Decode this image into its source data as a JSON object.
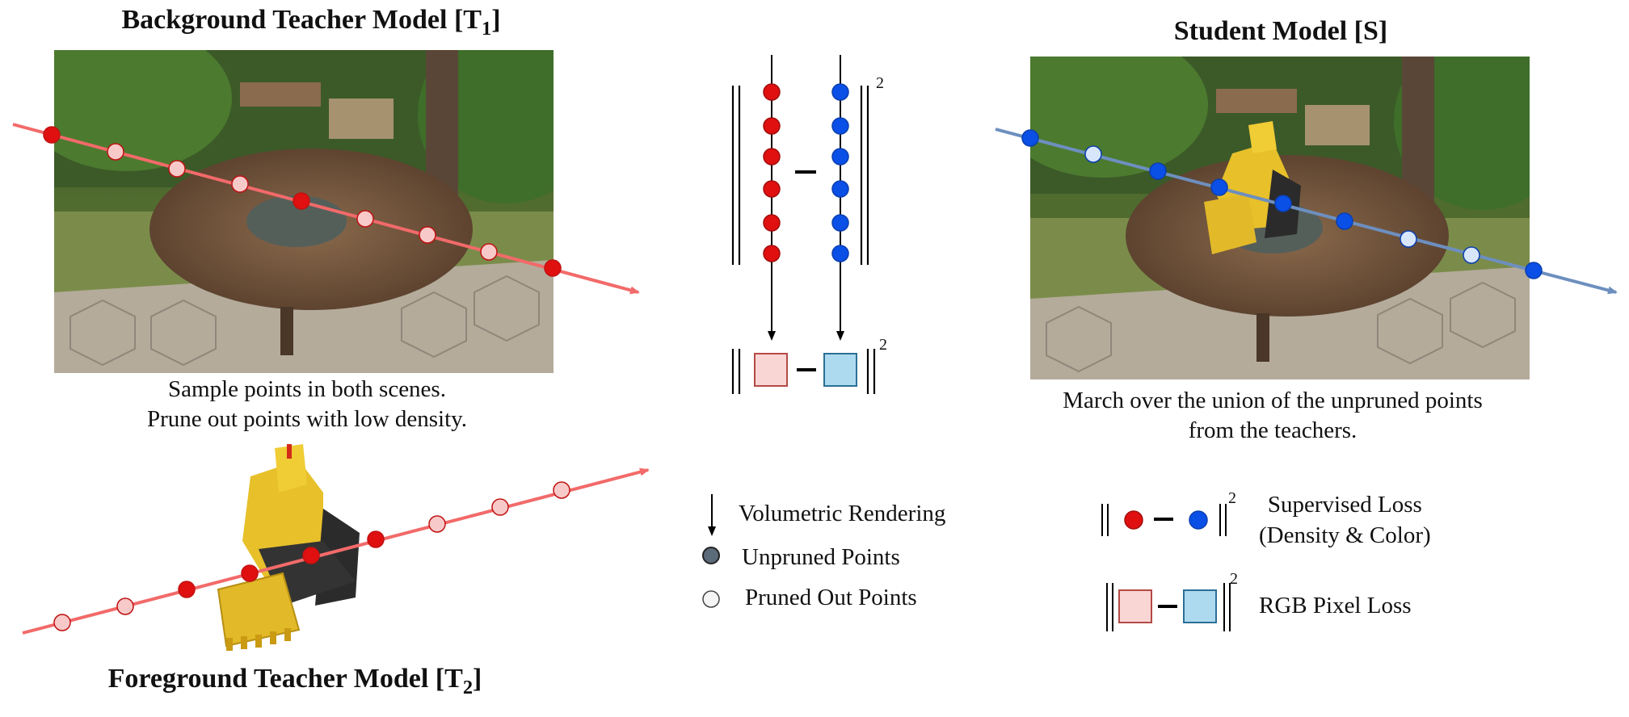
{
  "background_teacher": {
    "title_main": "Background Teacher Model [T",
    "title_sub": "1",
    "title_close": "]",
    "caption_line1": "Sample points in both scenes.",
    "caption_line2": "Prune out points with low density."
  },
  "foreground_teacher": {
    "title_main": "Foreground Teacher Model [T",
    "title_sub": "2",
    "title_close": "]"
  },
  "student": {
    "title": "Student Model [S]",
    "caption_line1": "March over the union of the unpruned points",
    "caption_line2": "from the teachers."
  },
  "center_diagram": {
    "exponent_top": "2",
    "exponent_bottom": "2",
    "minus": "–"
  },
  "legend_left": {
    "volumetric": "Volumetric Rendering",
    "unpruned": "Unpruned Points",
    "pruned": "Pruned Out Points"
  },
  "legend_right": {
    "supervised_line1": "Supervised Loss",
    "supervised_line2": "(Density & Color)",
    "rgb": "RGB Pixel Loss",
    "exponent_1": "2",
    "exponent_2": "2"
  },
  "colors": {
    "teacher_red": "#e01010",
    "teacher_ray": "#f26a6a",
    "pruned_pink": "#f7c9c9",
    "student_blue": "#0a4fe6",
    "student_ray": "#6d8fbf",
    "pruned_lightblue": "#d7e6fb",
    "unpruned_gray": "#5c6b7a",
    "red_box": "#f9d6d4",
    "blue_box": "#aedaf0"
  }
}
